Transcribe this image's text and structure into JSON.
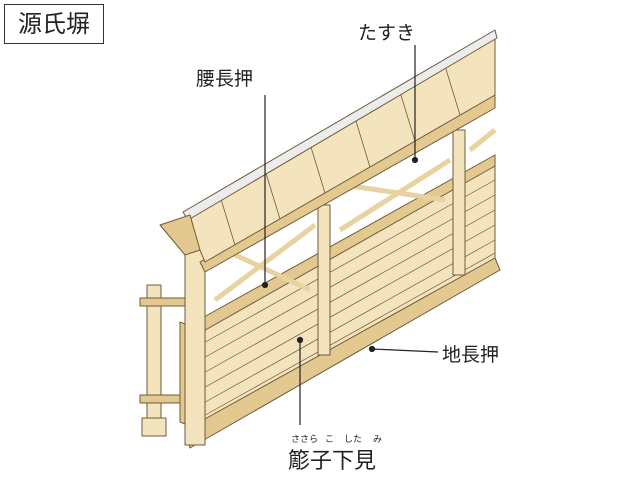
{
  "title": "源氏塀",
  "labels": {
    "koshi_nageshi": "腰長押",
    "tasuki": "たすき",
    "ji_nageshi": "地長押",
    "sasara_shitami": "簓子下見",
    "sasara_shitami_ruby": [
      "ささら",
      "こ",
      "した",
      "み"
    ]
  },
  "colors": {
    "wood": "#f4e4bd",
    "wood_dark": "#e3c98f",
    "line": "#6e5b3a",
    "leader": "#222222"
  }
}
